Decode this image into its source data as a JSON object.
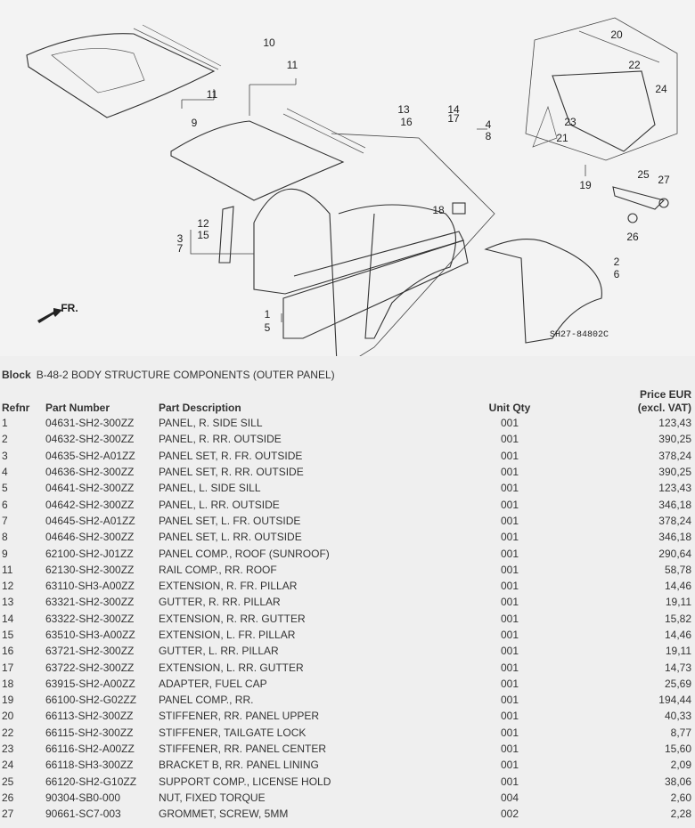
{
  "diagram": {
    "callouts": [
      "9",
      "11",
      "10",
      "11",
      "13",
      "14",
      "16",
      "17",
      "4",
      "8",
      "20",
      "22",
      "24",
      "23",
      "21",
      "19",
      "25",
      "27",
      "18",
      "26",
      "12",
      "15",
      "3",
      "7",
      "2",
      "6",
      "1",
      "5"
    ],
    "drawing_code": "SH27-84802C",
    "front_arrow_label": "FR."
  },
  "block": {
    "label": "Block",
    "title": "B-48-2 BODY STRUCTURE COMPONENTS (OUTER PANEL)"
  },
  "table": {
    "headers": {
      "refnr": "Refnr",
      "part_number": "Part Number",
      "description": "Part Description",
      "qty": "Unit Qty",
      "price_line1": "Price EUR",
      "price_line2": "(excl. VAT)"
    },
    "rows": [
      [
        "1",
        "04631-SH2-300ZZ",
        "PANEL, R. SIDE SILL",
        "001",
        "123,43"
      ],
      [
        "2",
        "04632-SH2-300ZZ",
        "PANEL, R. RR. OUTSIDE",
        "001",
        "390,25"
      ],
      [
        "3",
        "04635-SH2-A01ZZ",
        "PANEL SET, R. FR. OUTSIDE",
        "001",
        "378,24"
      ],
      [
        "4",
        "04636-SH2-300ZZ",
        "PANEL SET, R. RR. OUTSIDE",
        "001",
        "390,25"
      ],
      [
        "5",
        "04641-SH2-300ZZ",
        "PANEL, L. SIDE SILL",
        "001",
        "123,43"
      ],
      [
        "6",
        "04642-SH2-300ZZ",
        "PANEL, L. RR. OUTSIDE",
        "001",
        "346,18"
      ],
      [
        "7",
        "04645-SH2-A01ZZ",
        "PANEL SET, L. FR. OUTSIDE",
        "001",
        "378,24"
      ],
      [
        "8",
        "04646-SH2-300ZZ",
        "PANEL SET, L. RR. OUTSIDE",
        "001",
        "346,18"
      ],
      [
        "9",
        "62100-SH2-J01ZZ",
        "PANEL COMP., ROOF (SUNROOF)",
        "001",
        "290,64"
      ],
      [
        "11",
        "62130-SH2-300ZZ",
        "RAIL COMP., RR. ROOF",
        "001",
        "58,78"
      ],
      [
        "12",
        "63110-SH3-A00ZZ",
        "EXTENSION, R. FR. PILLAR",
        "001",
        "14,46"
      ],
      [
        "13",
        "63321-SH2-300ZZ",
        "GUTTER, R. RR. PILLAR",
        "001",
        "19,11"
      ],
      [
        "14",
        "63322-SH2-300ZZ",
        "EXTENSION, R. RR. GUTTER",
        "001",
        "15,82"
      ],
      [
        "15",
        "63510-SH3-A00ZZ",
        "EXTENSION, L. FR. PILLAR",
        "001",
        "14,46"
      ],
      [
        "16",
        "63721-SH2-300ZZ",
        "GUTTER, L. RR. PILLAR",
        "001",
        "19,11"
      ],
      [
        "17",
        "63722-SH2-300ZZ",
        "EXTENSION, L. RR. GUTTER",
        "001",
        "14,73"
      ],
      [
        "18",
        "63915-SH2-A00ZZ",
        "ADAPTER, FUEL CAP",
        "001",
        "25,69"
      ],
      [
        "19",
        "66100-SH2-G02ZZ",
        "PANEL COMP., RR.",
        "001",
        "194,44"
      ],
      [
        "20",
        "66113-SH2-300ZZ",
        "STIFFENER, RR. PANEL UPPER",
        "001",
        "40,33"
      ],
      [
        "22",
        "66115-SH2-300ZZ",
        "STIFFENER, TAILGATE LOCK",
        "001",
        "8,77"
      ],
      [
        "23",
        "66116-SH2-A00ZZ",
        "STIFFENER, RR. PANEL CENTER",
        "001",
        "15,60"
      ],
      [
        "24",
        "66118-SH3-300ZZ",
        "BRACKET B, RR. PANEL LINING",
        "001",
        "2,09"
      ],
      [
        "25",
        "66120-SH2-G10ZZ",
        "SUPPORT COMP., LICENSE HOLD",
        "001",
        "38,06"
      ],
      [
        "26",
        "90304-SB0-000",
        "NUT, FIXED TORQUE",
        "004",
        "2,60"
      ],
      [
        "27",
        "90661-SC7-003",
        "GROMMET, SCREW, 5MM",
        "002",
        "2,28"
      ]
    ]
  }
}
